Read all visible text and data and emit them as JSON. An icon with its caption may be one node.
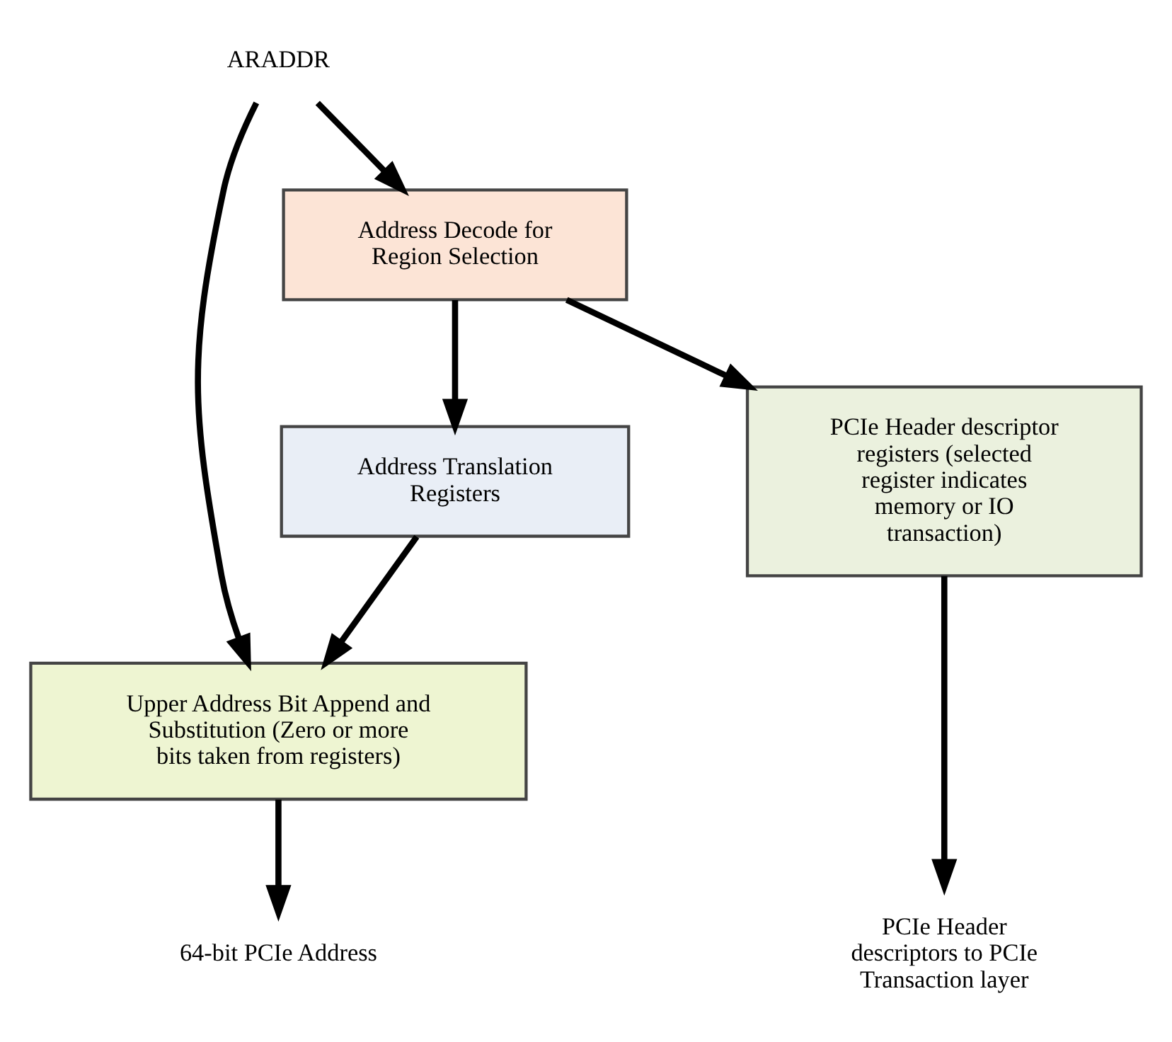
{
  "diagram": {
    "nodes": [
      {
        "text": [
          "ARADDR"
        ]
      },
      {
        "text": [
          "Address Decode for Region Selection"
        ]
      },
      {
        "text": [
          "Address Translation Registers"
        ]
      },
      {
        "text": [
          "PCIe Header descriptor registers (selected register indicates memory or IO transaction)"
        ]
      },
      {
        "text": [
          "Upper Address Bit Append and Substitution (Zero or more bits taken from registers)"
        ]
      },
      {
        "text": [
          "64-bit PCIe Address"
        ]
      },
      {
        "text": [
          "PCIe Header descriptors to PCIe Transaction layer"
        ]
      }
    ],
    "edges": [
      {
        "from": 0,
        "to": 1,
        "arrow": "to"
      },
      {
        "from": 0,
        "to": 4,
        "arrow": "to"
      },
      {
        "from": 1,
        "to": 2,
        "arrow": "to"
      },
      {
        "from": 1,
        "to": 3,
        "arrow": "to"
      },
      {
        "from": 2,
        "to": 4,
        "arrow": "to"
      },
      {
        "from": 4,
        "to": 5,
        "arrow": "to"
      },
      {
        "from": 3,
        "to": 6,
        "arrow": "to"
      }
    ]
  }
}
